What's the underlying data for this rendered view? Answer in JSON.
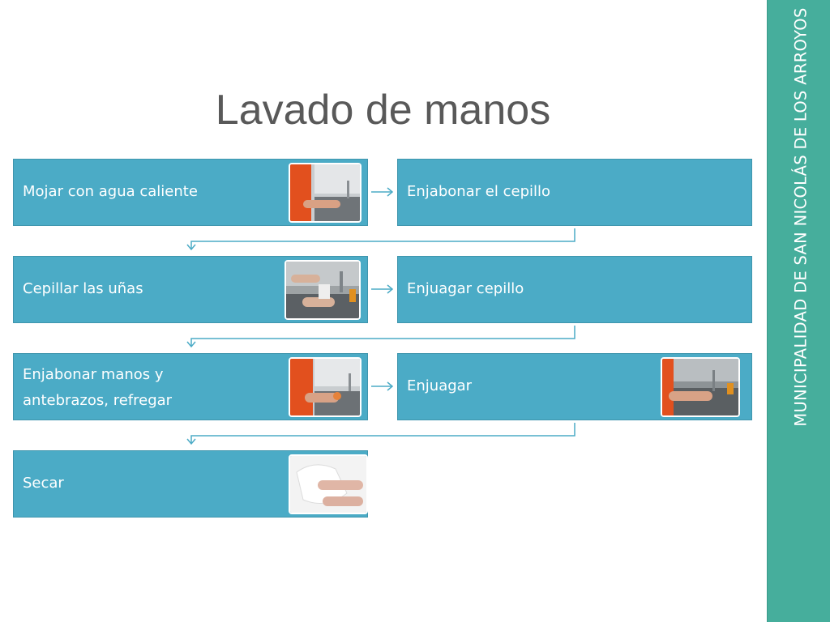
{
  "slide": {
    "title": "Lavado de manos",
    "side_text": "MUNICIPALIDAD DE SAN NICOLÁS DE LOS ARROYOS"
  },
  "steps": [
    {
      "label": "Mojar con agua caliente",
      "photo_icon": "washing-hands-photo"
    },
    {
      "label": "Enjabonar el cepillo"
    },
    {
      "label": "Cepillar las uñas",
      "photo_icon": "brushing-nails-photo"
    },
    {
      "label": "Enjuagar cepillo"
    },
    {
      "label_line1": "Enjabonar manos y",
      "label_line2": "antebrazos, refregar",
      "photo_icon": "soaping-hands-photo"
    },
    {
      "label": "Enjuagar",
      "photo_icon": "rinsing-hands-photo"
    },
    {
      "label": "Secar",
      "photo_icon": "drying-hands-photo"
    }
  ],
  "colors": {
    "step_fill": "#4babc6",
    "side_bar": "#46ae9c",
    "connector": "#4babc6",
    "title_text": "#595959"
  }
}
